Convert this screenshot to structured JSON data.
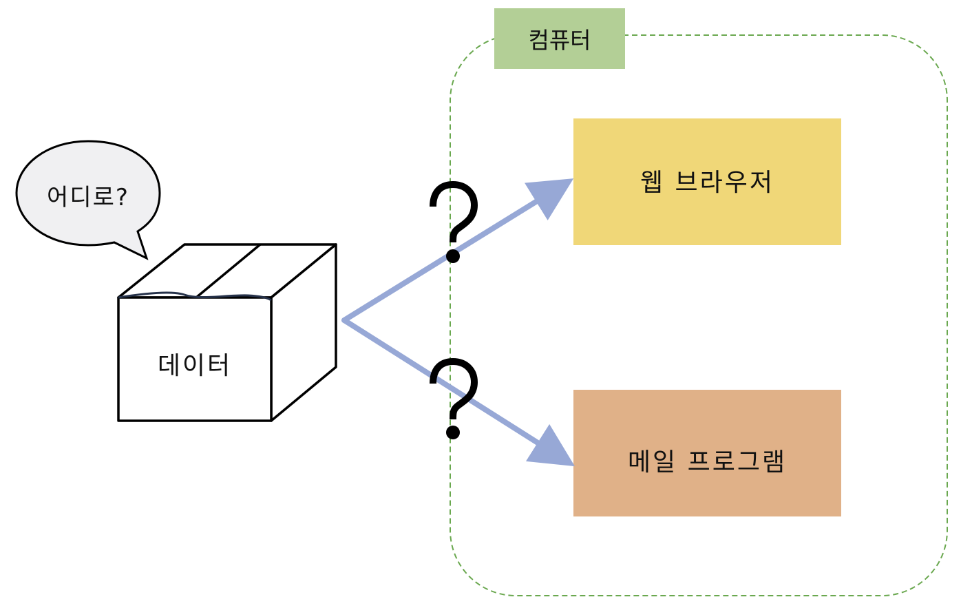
{
  "computer_label": "컴퓨터",
  "speech_bubble": "어디로?",
  "box_label": "데이터",
  "web_browser_label": "웹 브라우저",
  "mail_program_label": "메일 프로그램",
  "question_mark": "?",
  "colors": {
    "computer_tag": "#b3cf96",
    "computer_border": "#6aa84f",
    "web_browser": "#f0d778",
    "mail_program": "#e0b188",
    "arrow": "#97a8d6",
    "bubble_fill": "#f0f0f2"
  }
}
